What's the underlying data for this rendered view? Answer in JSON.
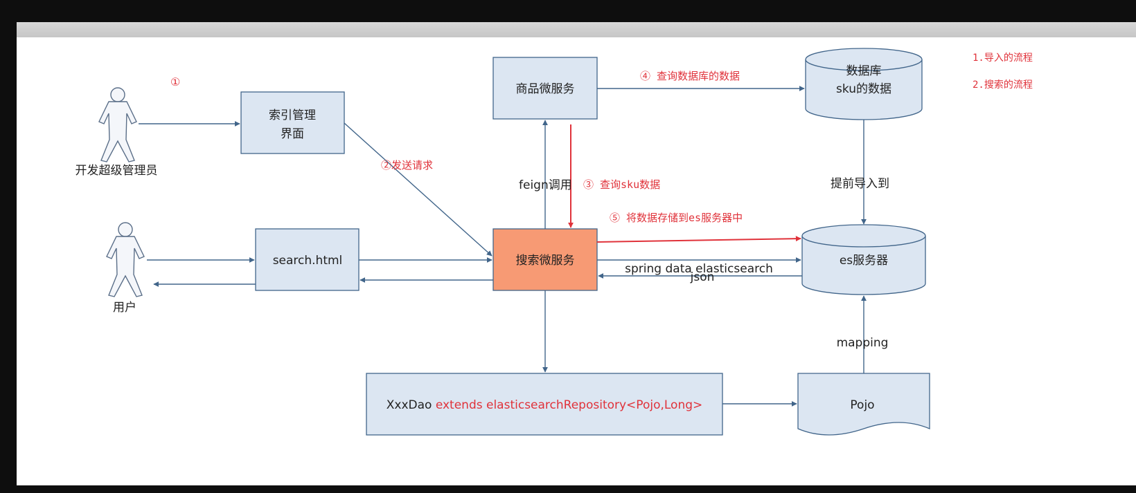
{
  "colors": {
    "box_fill": "#dce6f2",
    "box_stroke": "#41658a",
    "highlight_fill": "#f79a74",
    "arrow": "#41658a",
    "red": "#e0323a"
  },
  "actors": {
    "admin": "开发超级管理员",
    "user": "用户"
  },
  "nodes": {
    "index_ui_line1": "索引管理",
    "index_ui_line2": "界面",
    "goods_service": "商品微服务",
    "db_line1": "数据库",
    "db_line2": "sku的数据",
    "search_html": "search.html",
    "search_service": "搜索微服务",
    "es_server": "es服务器",
    "dao_prefix": "XxxDao",
    "dao_suffix": " extends elasticsearchRepository<Pojo,Long>",
    "pojo": "Pojo"
  },
  "labels": {
    "step1": "①",
    "step2": "②发送请求",
    "step3": "③ 查询sku数据",
    "step4": "④ 查询数据库的数据",
    "step5": "⑤ 将数据存储到es服务器中",
    "feign": "feign调用",
    "import_before": "提前导入到",
    "spring_data": "spring data elasticsearch",
    "json": "json",
    "mapping": "mapping"
  },
  "notes": [
    "1.导入的流程",
    "2.搜索的流程"
  ]
}
